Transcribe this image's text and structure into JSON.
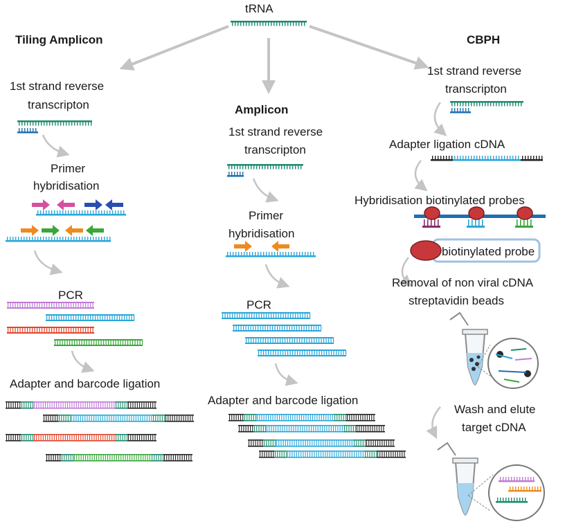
{
  "top": {
    "title": "tRNA"
  },
  "columns": [
    {
      "heading": "Tiling Amplicon",
      "steps": [
        "1st  strand reverse",
        "transcripton",
        "Primer",
        "hybridisation",
        "PCR",
        "Adapter and barcode ligation"
      ]
    },
    {
      "heading": "Amplicon",
      "steps": [
        "1st  strand reverse",
        "transcripton",
        "Primer",
        "hybridisation",
        "PCR",
        "Adapter and barcode ligation"
      ]
    },
    {
      "heading": "CBPH",
      "steps": [
        "1st  strand reverse",
        "transcripton",
        "Adapter ligation cDNA",
        "Hybridisation biotinylated probes",
        "Removal of non viral cDNA",
        "streptavidin beads",
        "Wash and elute",
        "target cDNA"
      ],
      "legend_label": "biotinylated probe"
    }
  ],
  "colors": {
    "trna": "#1e8a6e",
    "cdna": "#1f6fb0",
    "light_blue": "#2aa6d8",
    "pink": "#d64fa0",
    "violet": "#c07ad6",
    "orange": "#ef8a1f",
    "green": "#3aa63a",
    "navy": "#2a4db3",
    "red": "#e0452b",
    "black": "#222222",
    "probe_red": "#c8383a",
    "arrow_grey": "#c4c4c4"
  }
}
